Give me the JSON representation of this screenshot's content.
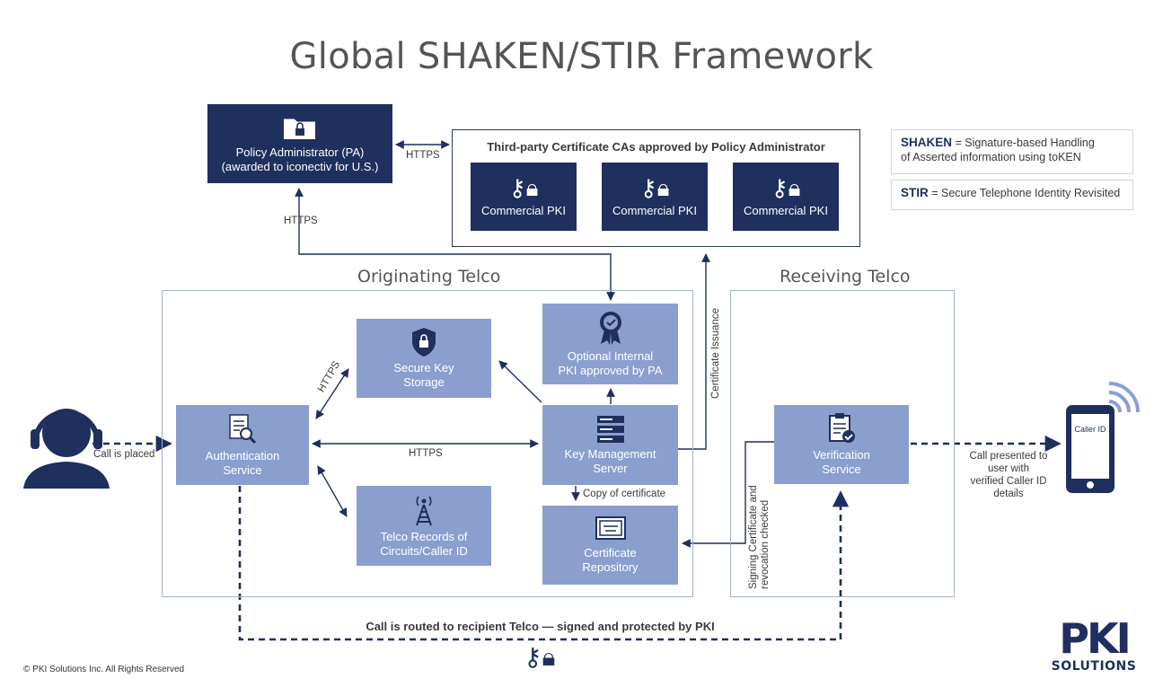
{
  "title": "Global SHAKEN/STIR Framework",
  "policy_admin": {
    "line1": "Policy Administrator (PA)",
    "line2": "(awarded to iconectiv for U.S.)"
  },
  "ca_panel": {
    "title": "Third-party Certificate CAs approved by Policy Administrator",
    "items": [
      "Commercial PKI",
      "Commercial PKI",
      "Commercial PKI"
    ]
  },
  "legend": {
    "shaken_term": "SHAKEN",
    "shaken_def_line1": "= Signature-based Handling",
    "shaken_def_line2": "of Asserted information using toKEN",
    "stir_term": "STIR",
    "stir_def": "= Secure Telephone Identity Revisited"
  },
  "sections": {
    "originating": "Originating Telco",
    "receiving": "Receiving Telco"
  },
  "boxes": {
    "secure_key_storage": [
      "Secure Key",
      "Storage"
    ],
    "optional_pki": [
      "Optional Internal",
      "PKI approved by PA"
    ],
    "authentication": [
      "Authentication",
      "Service"
    ],
    "key_management": [
      "Key Management",
      "Server"
    ],
    "telco_records": [
      "Telco Records of",
      "Circuits/Caller ID"
    ],
    "certificate_repository": [
      "Certificate",
      "Repository"
    ],
    "verification": [
      "Verification",
      "Service"
    ]
  },
  "labels": {
    "https_pa_ca": "HTTPS",
    "https_pa_down": "HTTPS",
    "https_auth_storage": "HTTPS",
    "https_auth_kms": "HTTPS",
    "call_placed": "Call is placed",
    "copy_cert": "Copy of certificate",
    "cert_issuance": "Certificate Issuance",
    "signing_cert_line1": "Signing Certificate and",
    "signing_cert_line2": "revocation checked",
    "call_presented": [
      "Call presented to",
      "user with",
      "verified Caller ID",
      "details"
    ],
    "call_routed": "Call is routed to recipient Telco — signed and protected by PKI",
    "phone_screen": "Caller ID"
  },
  "footer": {
    "copyright": "© PKI Solutions Inc. All Rights Reserved"
  },
  "logo": {
    "big": "PKI",
    "small": "SOLUTIONS"
  },
  "colors": {
    "dark_navy": "#1f2f5e",
    "light_blue": "#8b9fce",
    "panel_border": "#a5b3c7"
  }
}
